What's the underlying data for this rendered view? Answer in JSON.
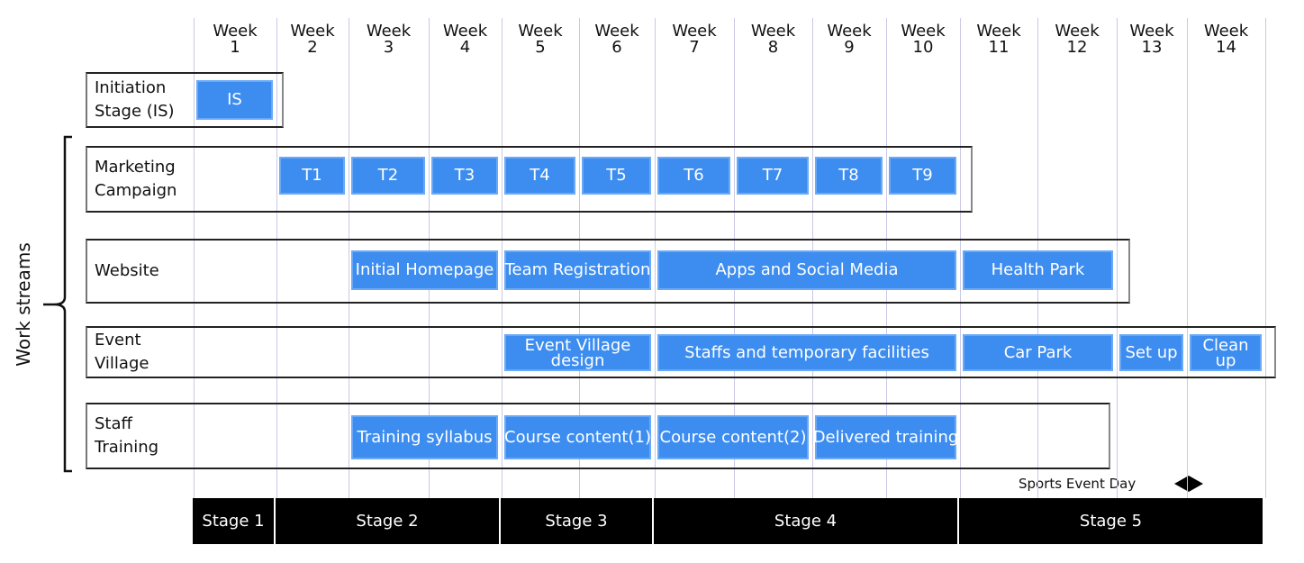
{
  "weeks": [
    {
      "label": "Week\n1"
    },
    {
      "label": "Week\n2"
    },
    {
      "label": "Week\n3"
    },
    {
      "label": "Week\n4"
    },
    {
      "label": "Week\n5"
    },
    {
      "label": "Week\n6"
    },
    {
      "label": "Week\n7"
    },
    {
      "label": "Week\n8"
    },
    {
      "label": "Week\n9"
    },
    {
      "label": "Week\n10"
    },
    {
      "label": "Week\n11"
    },
    {
      "label": "Week\n12"
    },
    {
      "label": "Week\n13"
    },
    {
      "label": "Week\n14"
    }
  ],
  "side_label": "Work streams",
  "rows": [
    {
      "label": "Initiation\nStage (IS)",
      "tasks": [
        {
          "label": "IS",
          "weeks": [
            1,
            1
          ]
        }
      ]
    },
    {
      "label": "Marketing\nCampaign",
      "tasks": [
        {
          "label": "T1",
          "weeks": [
            2,
            2
          ]
        },
        {
          "label": "T2",
          "weeks": [
            3,
            3
          ]
        },
        {
          "label": "T3",
          "weeks": [
            4,
            4
          ]
        },
        {
          "label": "T4",
          "weeks": [
            5,
            5
          ]
        },
        {
          "label": "T5",
          "weeks": [
            6,
            6
          ]
        },
        {
          "label": "T6",
          "weeks": [
            7,
            7
          ]
        },
        {
          "label": "T7",
          "weeks": [
            8,
            8
          ]
        },
        {
          "label": "T8",
          "weeks": [
            9,
            9
          ]
        },
        {
          "label": "T9",
          "weeks": [
            10,
            10
          ]
        }
      ]
    },
    {
      "label": "Website",
      "tasks": [
        {
          "label": "Initial Homepage",
          "weeks": [
            3,
            4
          ]
        },
        {
          "label": "Team Registration",
          "weeks": [
            5,
            6
          ]
        },
        {
          "label": "Apps and Social Media",
          "weeks": [
            7,
            10
          ]
        },
        {
          "label": "Health Park",
          "weeks": [
            11,
            12
          ]
        }
      ]
    },
    {
      "label": "Event\nVillage",
      "tasks": [
        {
          "label": "Event Village\ndesign",
          "weeks": [
            5,
            6
          ]
        },
        {
          "label": "Staffs and temporary facilities",
          "weeks": [
            7,
            10
          ]
        },
        {
          "label": "Car Park",
          "weeks": [
            11,
            12
          ]
        },
        {
          "label": "Set up",
          "weeks": [
            13,
            13
          ]
        },
        {
          "label": "Clean\nup",
          "weeks": [
            14,
            14
          ]
        }
      ]
    },
    {
      "label": "Staff\nTraining",
      "tasks": [
        {
          "label": "Training syllabus",
          "weeks": [
            3,
            4
          ]
        },
        {
          "label": "Course content(1)",
          "weeks": [
            5,
            6
          ]
        },
        {
          "label": "Course content(2)",
          "weeks": [
            7,
            8
          ]
        },
        {
          "label": "Delivered training",
          "weeks": [
            9,
            10
          ]
        }
      ]
    }
  ],
  "milestone": {
    "label": "Sports Event Day",
    "week": 14
  },
  "stages": [
    {
      "label": "Stage 1",
      "weeks": [
        1,
        1
      ]
    },
    {
      "label": "Stage 2",
      "weeks": [
        2,
        4
      ]
    },
    {
      "label": "Stage 3",
      "weeks": [
        5,
        6
      ]
    },
    {
      "label": "Stage 4",
      "weeks": [
        7,
        10
      ]
    },
    {
      "label": "Stage 5",
      "weeks": [
        11,
        14
      ]
    }
  ],
  "colors": {
    "task_bar": "#3d8df0",
    "stage_bar": "#000000",
    "grid": "#c9c9e6"
  }
}
